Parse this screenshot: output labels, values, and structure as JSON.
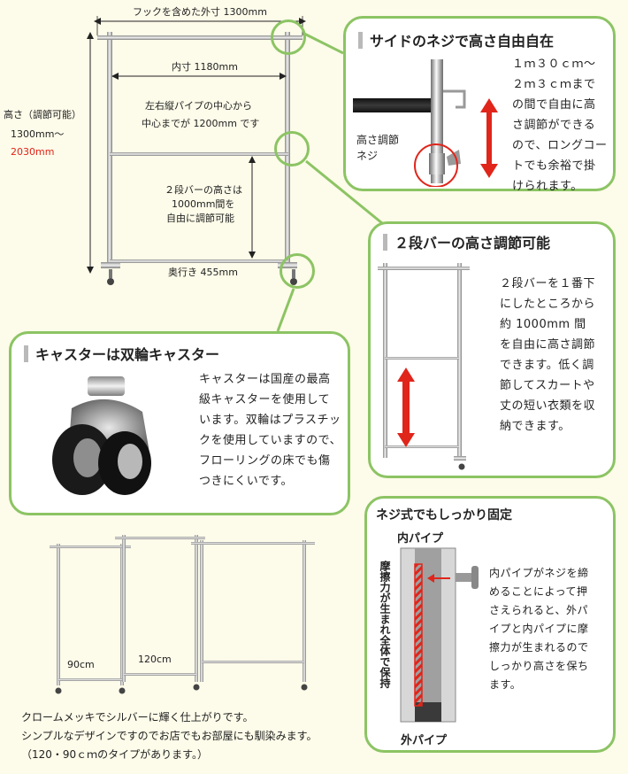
{
  "main_diagram": {
    "outer_width_label": "フックを含めた外寸 1300mm",
    "inner_width_label": "内寸 1180mm",
    "pipe_center_line1": "左右縦パイプの中心から",
    "pipe_center_line2": "中心までが 1200mm です",
    "height_label": "高さ（調節可能）",
    "height_min": "1300mm〜",
    "height_max": "2030mm",
    "second_bar_line1": "２段バーの高さは",
    "second_bar_line2": "1000mm間を",
    "second_bar_line3": "自由に調節可能",
    "depth_label": "奥行き 455mm"
  },
  "side_screw": {
    "title": "サイドのネジで高さ自由自在",
    "screw_label_line1": "高さ調節",
    "screw_label_line2": "ネジ",
    "lines": [
      "１ｍ３０ｃｍ〜",
      "２ｍ３ｃｍまで",
      "の間で自由に高",
      "さ調節ができる",
      "ので、ロングコー",
      "トでも余裕で掛",
      "けられます。"
    ]
  },
  "two_bar": {
    "title": "２段バーの高さ調節可能",
    "lines": [
      "２段バーを１番下",
      "にしたところから",
      "約 1000mm 間",
      "を自由に高さ調節",
      "できます。低く調",
      "節してスカートや",
      "丈の短い衣類を収",
      "納できます。"
    ]
  },
  "caster": {
    "title": "キャスターは双輪キャスター",
    "lines": [
      "キャスターは国産の最高",
      "級キャスターを使用して",
      "います。双輪はプラスチッ",
      "クを使用していますので、",
      "フローリングの床でも傷",
      "つきにくいです。"
    ]
  },
  "screw_fixed": {
    "title": "ネジ式でもしっかり固定",
    "inner_pipe": "内パイプ",
    "outer_pipe": "外パイプ",
    "friction_vertical": "摩擦力が生まれ全体で保持",
    "lines": [
      "内パイプがネジを締",
      "めることによって押",
      "さえられると、外パ",
      "イプと内パイプに摩",
      "擦力が生まれるので",
      "しっかり高さを保ち",
      "ます。"
    ]
  },
  "variants": {
    "label_90": "90cm",
    "label_120": "120cm",
    "caption_lines": [
      "クロームメッキでシルバーに輝く仕上がりです。",
      "シンプルなデザインですのでお店でもお部屋にも馴染みます。",
      "（120・90ｃｍのタイプがあります。）"
    ]
  },
  "colors": {
    "accent_green": "#8cc464",
    "arrow_red": "#e0251b",
    "chrome": "#a9a9a9"
  }
}
